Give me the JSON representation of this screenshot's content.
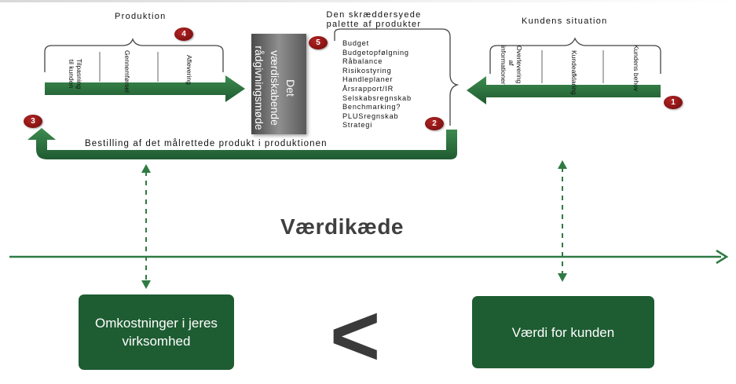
{
  "sections": {
    "production": "Produktion",
    "palette_line1": "Den skræddersyede",
    "palette_line2": "palette af produkter",
    "customer": "Kundens situation"
  },
  "production_steps": [
    "Tilpasning til kunden",
    "Gennemførsel",
    "Aflevering"
  ],
  "customer_steps": [
    "Overlevering af informationer",
    "Kundeafklaring",
    "Kundens behov"
  ],
  "meeting_box": "Det værdiskabende rådgivningsmøde",
  "products": [
    "Budget",
    "Budgetopfølgning",
    "Råbalance",
    "Risikostyring",
    "Handleplaner",
    "Årsrapport/IR",
    "Selskabsregnskab",
    "Benchmarking?",
    "PLUSregnskab",
    "Strategi"
  ],
  "badges": {
    "b1": "1",
    "b2": "2",
    "b3": "3",
    "b4": "4",
    "b5": "5"
  },
  "order_text": "Bestilling af det målrettede produkt i produktionen",
  "value_chain_title": "Værdikæde",
  "cost_box": "Omkostninger i jeres virksomhed",
  "value_box": "Værdi for kunden",
  "comparison_symbol": "<",
  "colors": {
    "arrow_green": "#2f7a43",
    "box_green": "#1e5c32",
    "badge_red": "#8b1414",
    "title_gray": "#3f3f3f"
  }
}
